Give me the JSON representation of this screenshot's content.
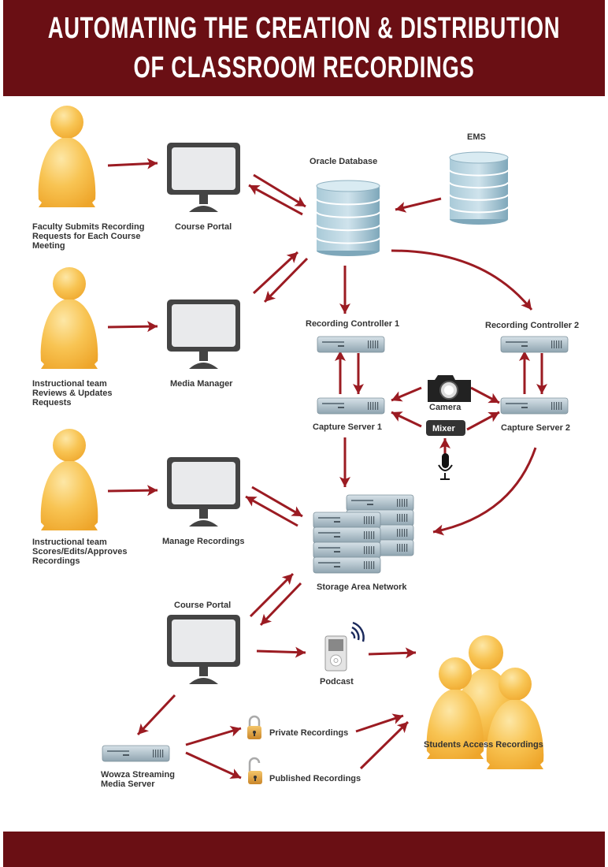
{
  "header": {
    "title_lines": [
      "AUTOMATING THE CREATION & DISTRIBUTION",
      "OF CLASSROOM RECORDINGS"
    ]
  },
  "colors": {
    "banner": "#6a0f14",
    "arrow": "#9b1b22",
    "person": "#f5b93a",
    "database": "#8fb7c9"
  },
  "nodes": {
    "faculty": [
      "Faculty Submits Recording",
      "Requests for Each Course",
      "Meeting"
    ],
    "course_portal_1": "Course Portal",
    "oracle_db": "Oracle Database",
    "ems": "EMS",
    "instr_review": [
      "Instructional team",
      "Reviews & Updates",
      "Requests"
    ],
    "media_manager": "Media Manager",
    "rec_ctrl_1": "Recording Controller 1",
    "rec_ctrl_2": "Recording Controller 2",
    "capture_1": "Capture Server 1",
    "capture_2": "Capture Server 2",
    "camera": "Camera",
    "mixer": "Mixer",
    "instr_score": [
      "Instructional team",
      "Scores/Edits/Approves",
      "Recordings"
    ],
    "manage_recordings": "Manage Recordings",
    "san": "Storage Area Network",
    "course_portal_2": "Course Portal",
    "podcast": "Podcast",
    "students": "Students Access Recordings",
    "wowza": [
      "Wowza Streaming",
      "Media Server"
    ],
    "private": "Private Recordings",
    "published": "Published Recordings"
  }
}
